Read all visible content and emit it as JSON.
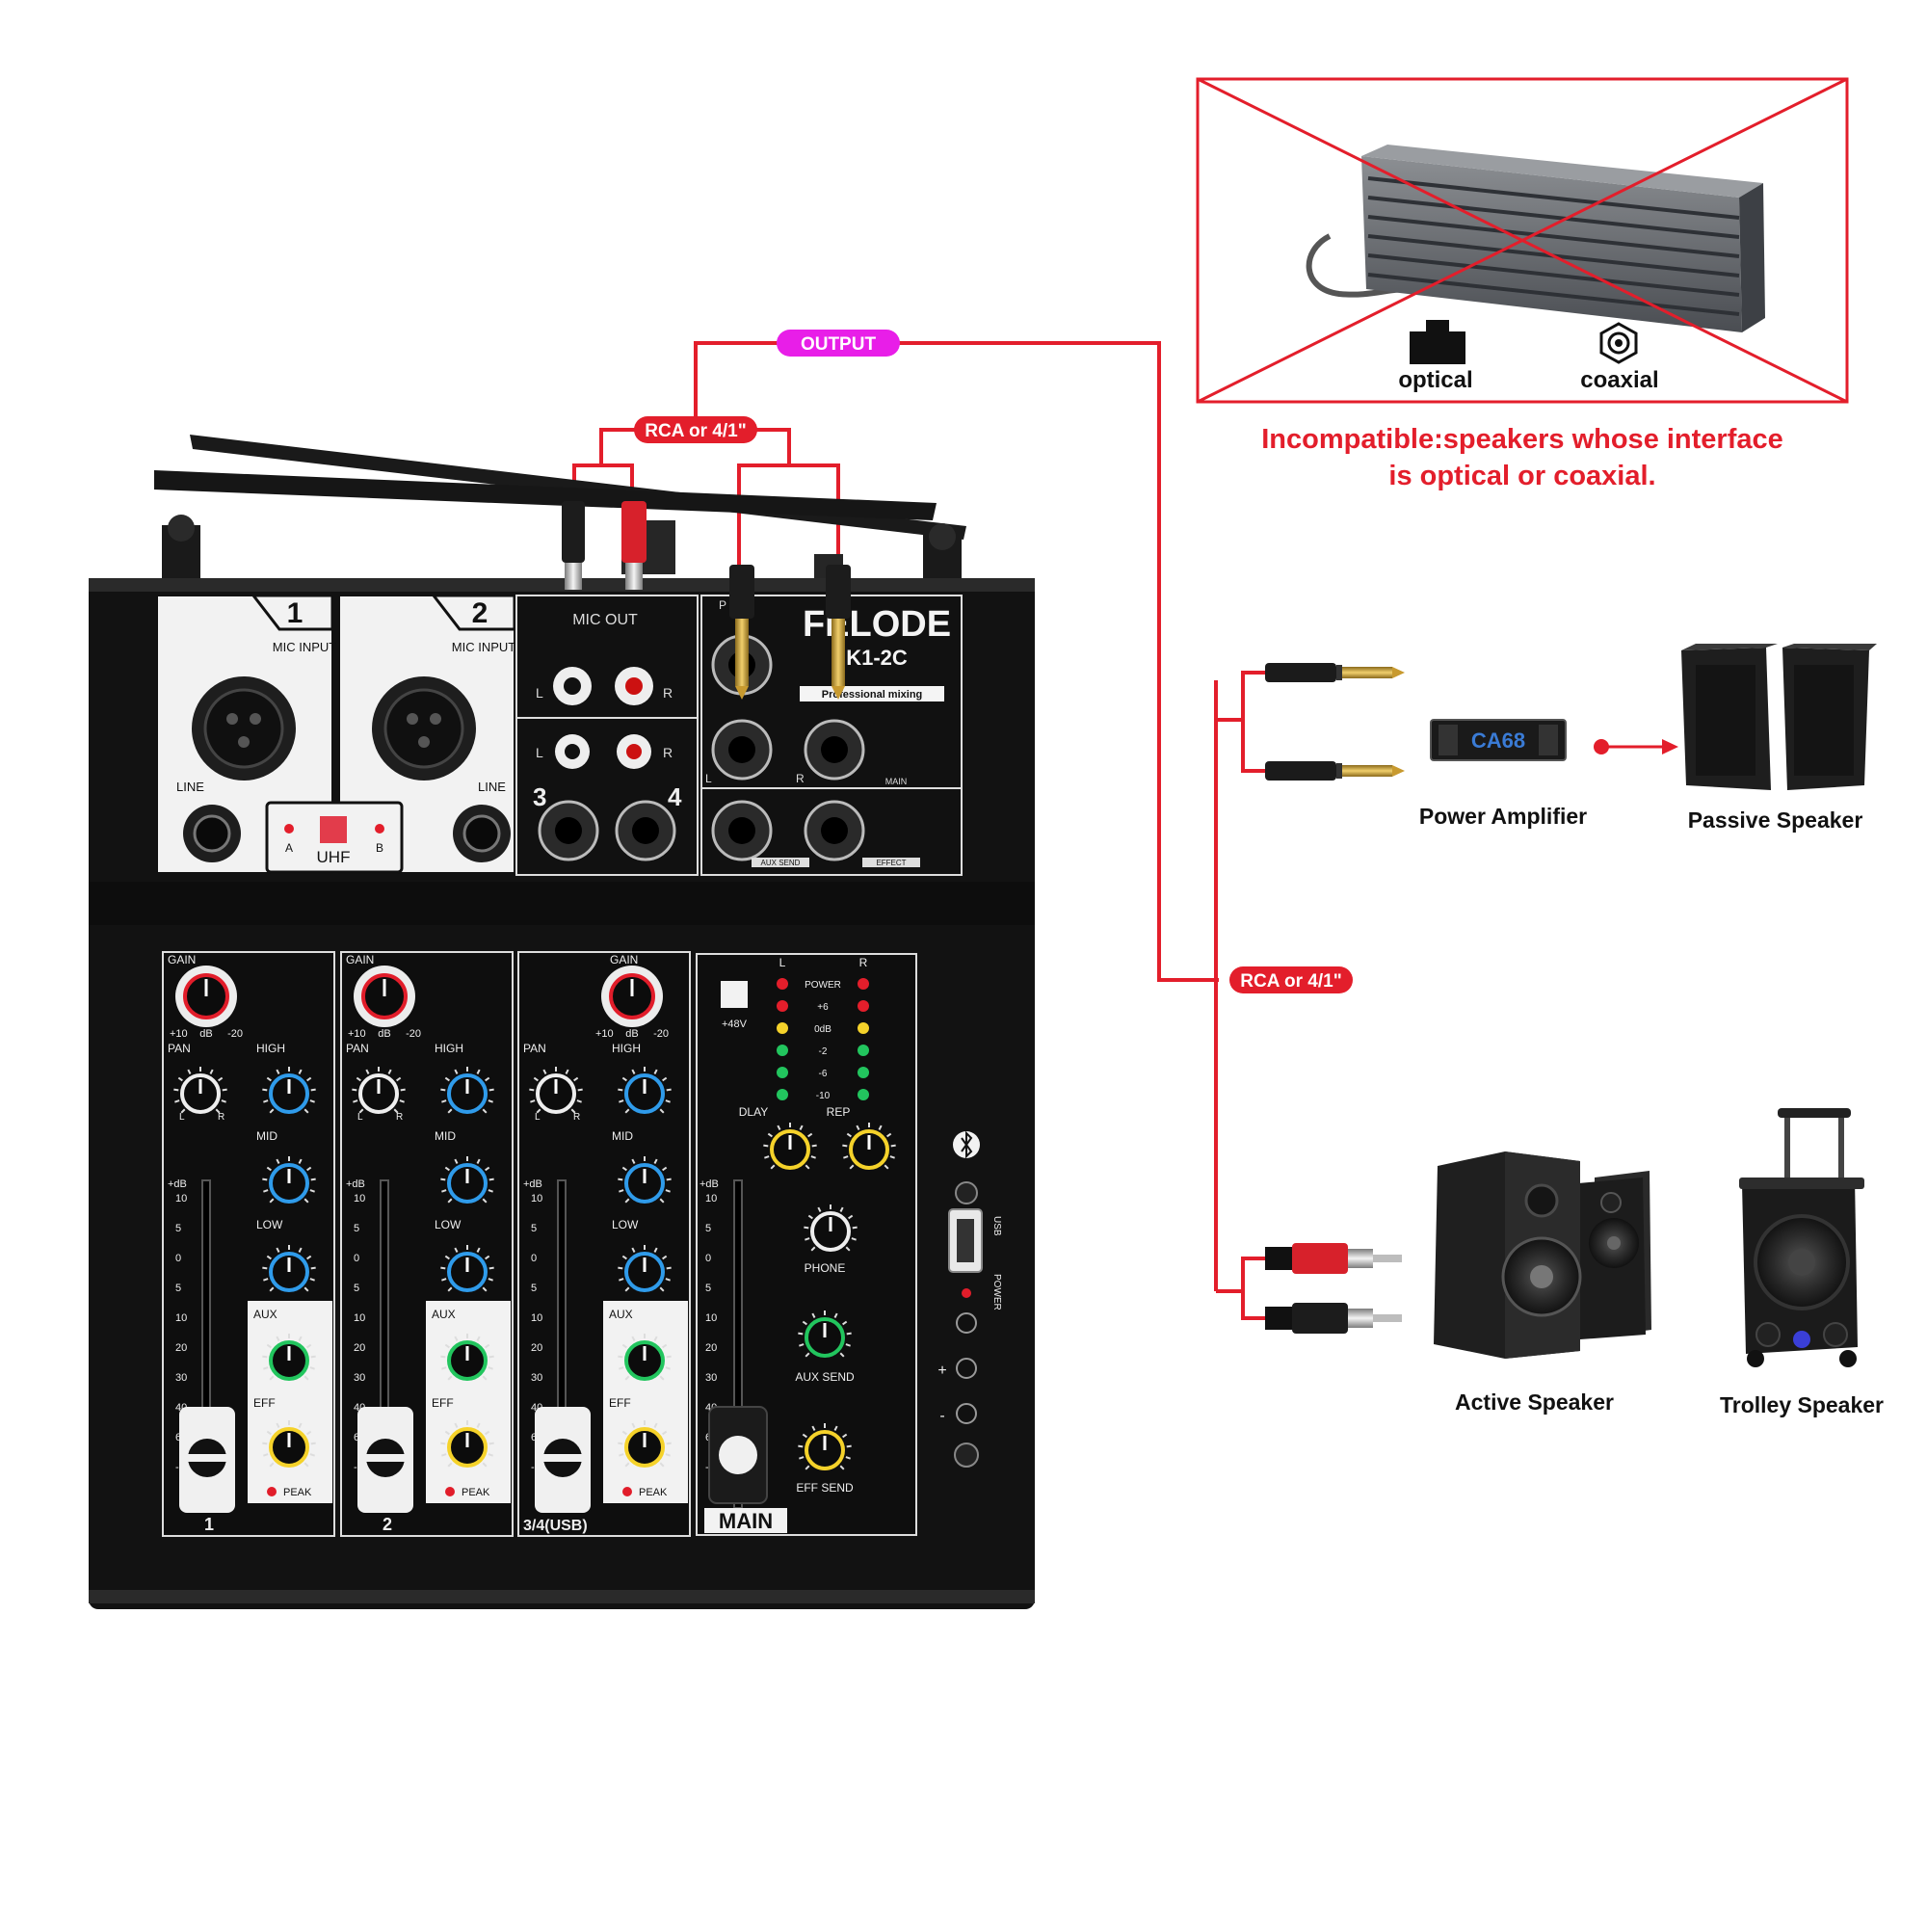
{
  "colors": {
    "accent_red": "#e31e2b",
    "output_magenta": "#e81ee8",
    "mixer_black": "#121212",
    "panel_white": "#f2f2f2",
    "knob_blue": "#2f9bea",
    "knob_green": "#22c55e",
    "knob_yellow": "#f5d22a",
    "knob_red": "#e11d2a"
  },
  "diagram": {
    "output_tag": "OUTPUT",
    "rca_tag_top": "RCA or 4/1\"",
    "rca_tag_right": "RCA or 4/1\""
  },
  "incompatible": {
    "optical_label": "optical",
    "coaxial_label": "coaxial",
    "warning_line1": "Incompatible:speakers whose interface",
    "warning_line2": "is optical or coaxial."
  },
  "devices": {
    "power_amp_label": "Power Amplifier",
    "power_amp_brand": "CA68",
    "passive_label": "Passive Speaker",
    "active_label": "Active Speaker",
    "trolley_label": "Trolley Speaker"
  },
  "mixer": {
    "brand": "FELODE",
    "model": "K1-2C",
    "tagline": "Professional mixing",
    "ch1_num": "1",
    "ch2_num": "2",
    "mic_input": "MIC\nINPUT",
    "line": "LINE",
    "uhf": "UHF",
    "uhf_a": "A",
    "uhf_b": "B",
    "mic_out": "MIC OUT",
    "phantom": "P",
    "jack_l": "L",
    "jack_r": "R",
    "ch3_num": "3",
    "ch4_num": "4",
    "main_out": "MAIN",
    "aux_send_out": "AUX SEND",
    "effect_out": "EFFECT",
    "strip": {
      "gain": "GAIN",
      "gain_scale_left": "+10",
      "gain_scale_mid": "dB",
      "gain_scale_right": "-20",
      "pan": "PAN",
      "pan_l": "L",
      "pan_r": "R",
      "high": "HIGH",
      "mid": "MID",
      "low": "LOW",
      "aux": "AUX",
      "eff": "EFF",
      "peak": "PEAK",
      "db_plus": "+dB",
      "fader_scale": [
        "10",
        "5",
        "0",
        "5",
        "10",
        "20",
        "30",
        "40",
        "60",
        "-dB"
      ]
    },
    "strip_names": [
      "1",
      "2",
      "3/4(USB)"
    ],
    "master": {
      "phantom_48v": "+48V",
      "meter_l": "L",
      "meter_r": "R",
      "meter_rows": [
        "POWER",
        "+6",
        "0dB",
        "-2",
        "-6",
        "-10"
      ],
      "dlay": "DLAY",
      "rep": "REP",
      "phone": "PHONE",
      "aux_send": "AUX SEND",
      "eff_send": "EFF SEND",
      "main_label": "MAIN",
      "usb_label": "USB",
      "power_label": "POWER",
      "plus": "+",
      "minus": "-"
    }
  }
}
